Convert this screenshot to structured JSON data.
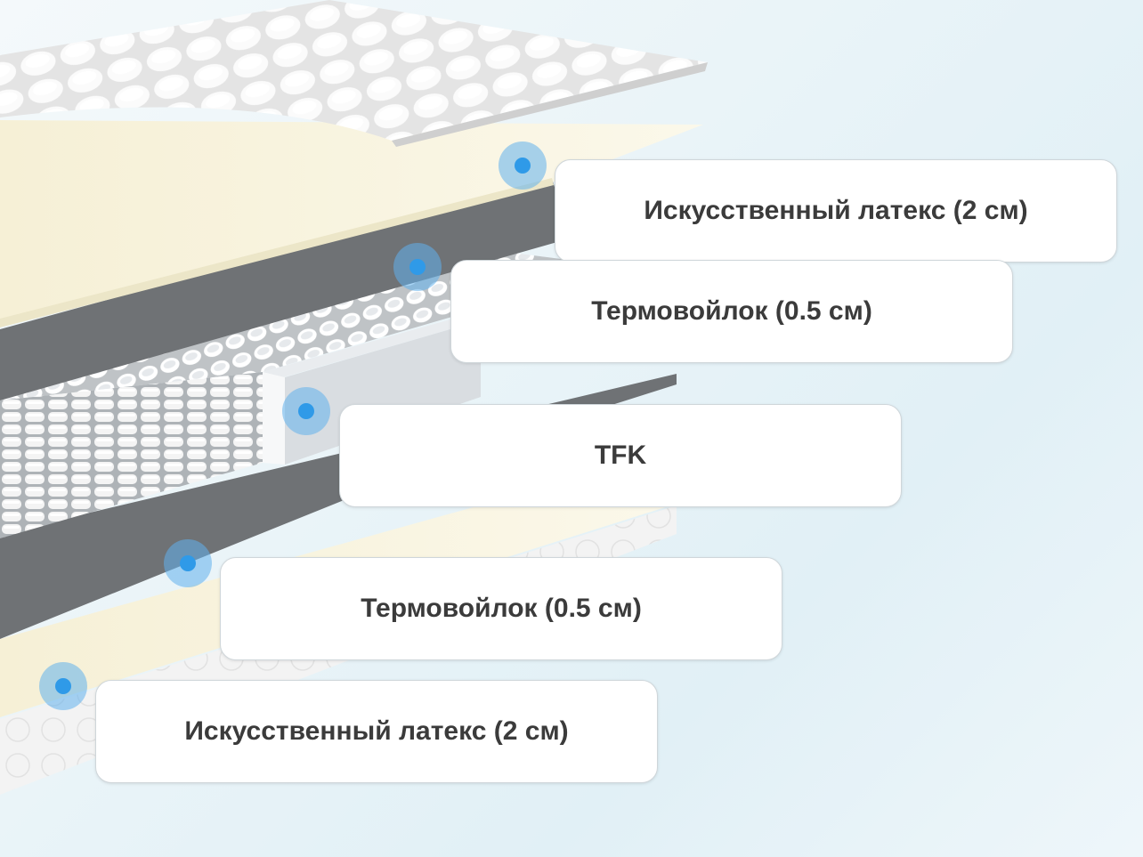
{
  "layers": [
    {
      "label": "Искусственный латекс (2 см)"
    },
    {
      "label": "Термовойлок (0.5 см)"
    },
    {
      "label": "TFK"
    },
    {
      "label": "Термовойлок (0.5 см)"
    },
    {
      "label": "Искусственный латекс (2 см)"
    }
  ],
  "colors": {
    "marker": "#2f9ae8",
    "marker_halo": "#60b0ec",
    "felt": "#6f7275",
    "latex": "#f7f2dc",
    "springs": "#f2f2f2",
    "cover": "#f1f1f1"
  },
  "icons": [
    "quilted-cover",
    "latex-layer",
    "felt-layer",
    "spring-block",
    "foam-frame",
    "layer-marker"
  ]
}
